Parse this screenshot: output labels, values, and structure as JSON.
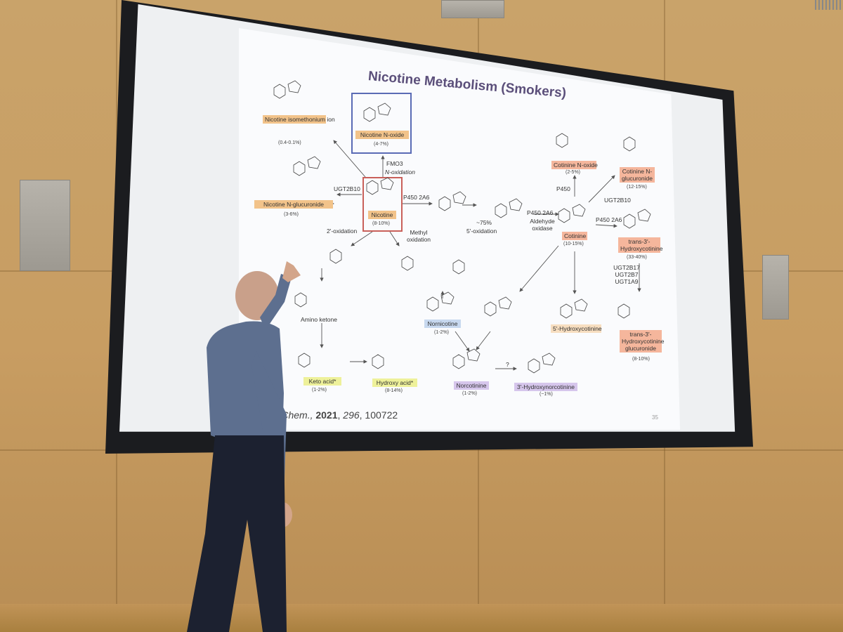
{
  "slide": {
    "title": "Nicotine Metabolism (Smokers)",
    "citation_prefix": "...ol. Chem., ",
    "citation_year": "2021",
    "citation_volume": "296",
    "citation_page": ", 100722",
    "slide_number": "35"
  },
  "metabolites": [
    {
      "name": "Nicotine isomethonium ion",
      "pct": "(0.4-0.1%)",
      "color": "#f2c38a"
    },
    {
      "name": "Nicotine N-oxide",
      "pct": "(4-7%)",
      "color": "#f2c38a"
    },
    {
      "name": "Nicotine N-glucuronide",
      "pct": "(3-6%)",
      "color": "#f2c38a"
    },
    {
      "name": "Nicotine",
      "pct": "(8-10%)",
      "color": "#f2c38a"
    },
    {
      "name": "Cotinine N-oxide",
      "pct": "(2-5%)",
      "color": "#f5b69c"
    },
    {
      "name": "Cotinine N-glucuronide",
      "pct": "(12-15%)",
      "color": "#f5b69c"
    },
    {
      "name": "Cotinine",
      "pct": "(10-15%)",
      "color": "#f5b69c"
    },
    {
      "name": "trans-3'-Hydroxycotinine",
      "pct": "(33-40%)",
      "color": "#f5b69c"
    },
    {
      "name": "trans-3'-Hydroxycotinine glucuronide",
      "pct": "(8-10%)",
      "color": "#f5b69c"
    },
    {
      "name": "5'-Hydroxycotinine",
      "pct": "",
      "color": "#f7dec0"
    },
    {
      "name": "Nornicotine",
      "pct": "(1-2%)",
      "color": "#c7d8ef"
    },
    {
      "name": "Norcotinine",
      "pct": "(1-2%)",
      "color": "#d6c6ec"
    },
    {
      "name": "3'-Hydroxynorcotinine",
      "pct": "(~1%)",
      "color": "#d6c6ec"
    },
    {
      "name": "Keto acid*",
      "pct": "(1-2%)",
      "color": "#eef19a"
    },
    {
      "name": "Hydroxy acid*",
      "pct": "(8-14%)",
      "color": "#eef19a"
    }
  ],
  "enzymes": {
    "fmo3": "FMO3",
    "n_oxidation": "N-oxidation",
    "ugt2b10_left": "UGT2B10",
    "p450_2a6_top": "P450 2A6",
    "two_prime_oxidation": "2'-oxidation",
    "methyl_oxidation": "Methyl oxidation",
    "five_prime": "~75%",
    "five_prime_oxidation": "5'-oxidation",
    "p450_2a6_mid": "P450 2A6",
    "aldehyde_oxidase": "Aldehyde oxidase",
    "p450": "P450",
    "ugt2b10_right": "UGT2B10",
    "p450_2a6_right": "P450 2A6",
    "ugt_list": "UGT2B17 UGT2B7 UGT1A9",
    "amino_ketone": "Amino ketone",
    "question": "?"
  },
  "colors": {
    "box_blue": "#5a6bb5",
    "box_red": "#c9605a",
    "title": "#5b4f7a"
  }
}
